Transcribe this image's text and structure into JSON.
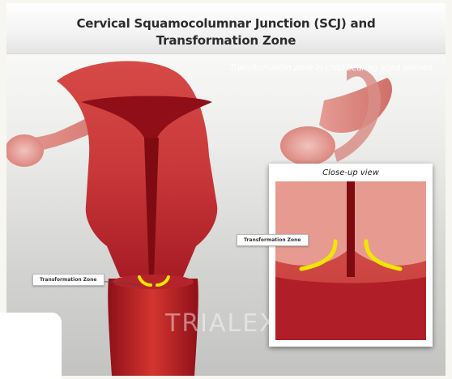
{
  "figure": {
    "title_line1": "Cervical Squamocolumnar Junction (SCJ) and",
    "title_line2": "Transformation Zone",
    "subtitle": "Transformation zone in child-bearing aged women"
  },
  "labels": {
    "main_zone": "Transformation Zone",
    "closeup_zone": "Transformation Zone"
  },
  "closeup": {
    "title": "Close-up view"
  },
  "watermark": {
    "text": "TRIALEX"
  },
  "colors": {
    "tissue_dark": "#a31824",
    "tissue_mid": "#cc3538",
    "tissue_light": "#e6857e",
    "zone_highlight": "#f2e600"
  }
}
